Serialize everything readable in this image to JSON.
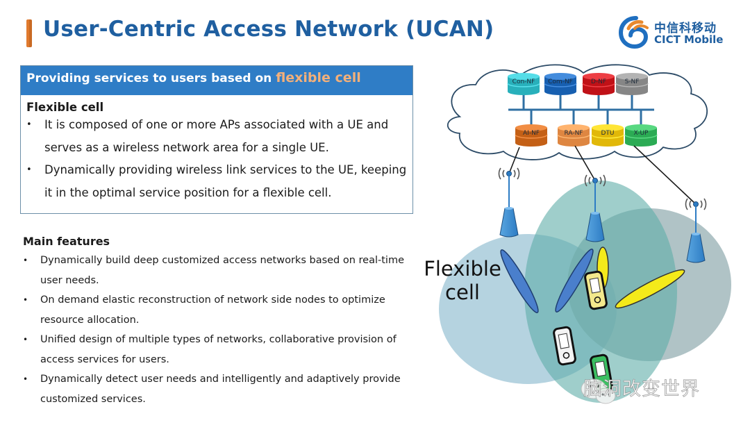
{
  "header": {
    "title": "User-Centric Access Network (UCAN)",
    "logo_cn": "中信科移动",
    "logo_en": "CICT Mobile",
    "accent_color": "#e07a2e",
    "brand_color": "#1f5fa0"
  },
  "flexible_box": {
    "heading_prefix": "Providing services to users based on ",
    "heading_highlight": "flexible cell",
    "subheading": "Flexible cell",
    "bullets": [
      "It is composed of one or more APs associated with a UE and serves as a wireless network area for a single UE.",
      "Dynamically providing wireless link services to the UE, keeping it in the optimal service position for a flexible cell."
    ]
  },
  "features": {
    "subheading": "Main features",
    "bullets": [
      "Dynamically build deep customized access networks based on real-time user needs.",
      "On demand elastic reconstruction of network side nodes to optimize resource allocation.",
      "Unified design of multiple types of networks, collaborative provision of access services for users.",
      "Dynamically detect user needs and intelligently and adaptively provide customized services."
    ]
  },
  "diagram": {
    "top_nodes": [
      {
        "label": "Con-NF",
        "color": "#3cc4cf"
      },
      {
        "label": "Com-NF",
        "color": "#2b73c4"
      },
      {
        "label": "D-NF",
        "color": "#d4252b"
      },
      {
        "label": "S-NF",
        "color": "#9a9a9a"
      }
    ],
    "bottom_nodes": [
      {
        "label": "AI-NF",
        "color": "#d8742a"
      },
      {
        "label": "RA-NF",
        "color": "#f29a55"
      },
      {
        "label": "DTU",
        "color": "#f5cc1d"
      },
      {
        "label": "X-UP",
        "color": "#3fbf68"
      }
    ],
    "flexible_cell_label": "Flexible cell",
    "watermark": "脑洞改变世界"
  }
}
